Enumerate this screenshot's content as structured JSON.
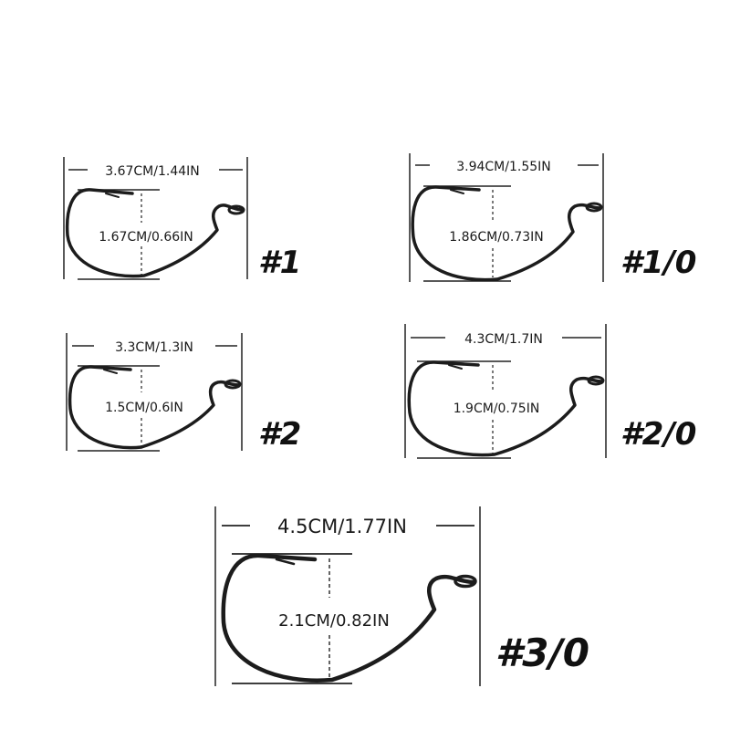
{
  "colors": {
    "ink": "#1c1c1c",
    "background": "#ffffff"
  },
  "hooks": [
    {
      "size_label": "#1",
      "length": "3.67CM/1.44IN",
      "gap": "1.67CM/0.66IN"
    },
    {
      "size_label": "#1/0",
      "length": "3.94CM/1.55IN",
      "gap": "1.86CM/0.73IN"
    },
    {
      "size_label": "#2",
      "length": "3.3CM/1.3IN",
      "gap": "1.5CM/0.6IN"
    },
    {
      "size_label": "#2/0",
      "length": "4.3CM/1.7IN",
      "gap": "1.9CM/0.75IN"
    },
    {
      "size_label": "#3/0",
      "length": "4.5CM/1.77IN",
      "gap": "2.1CM/0.82IN"
    }
  ]
}
